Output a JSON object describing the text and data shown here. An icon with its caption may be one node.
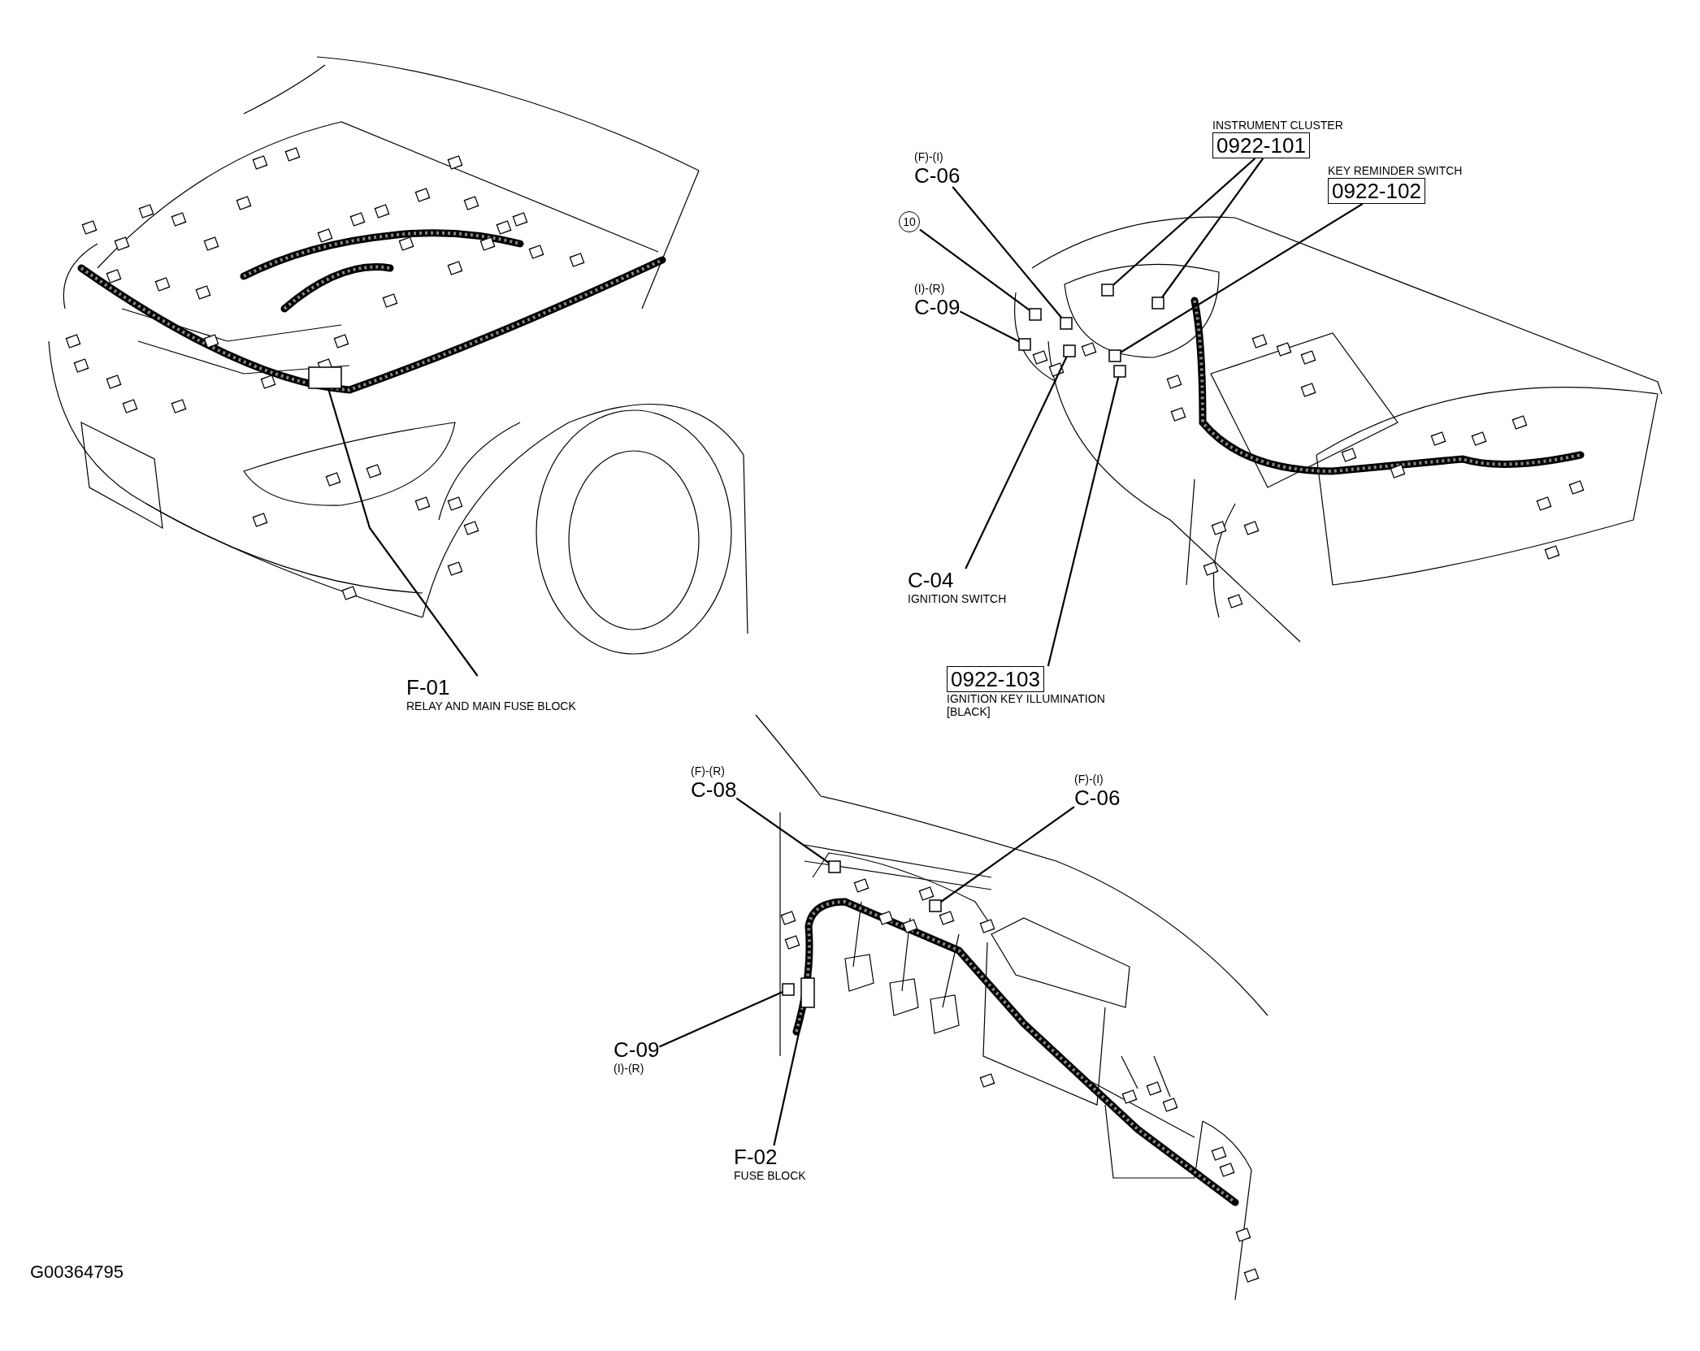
{
  "diagram": {
    "nodes": [
      {
        "text": [
          "F-01",
          "RELAY AND MAIN FUSE BLOCK"
        ]
      },
      {
        "text": [
          "(F)-(I)",
          "C-06"
        ]
      },
      {
        "text": [
          "INSTRUMENT CLUSTER",
          "0922-101"
        ]
      },
      {
        "text": [
          "KEY REMINDER SWITCH",
          "0922-102"
        ]
      },
      {
        "text": [
          "10"
        ]
      },
      {
        "text": [
          "(I)-(R)",
          "C-09"
        ]
      },
      {
        "text": [
          "C-04",
          "IGNITION SWITCH"
        ]
      },
      {
        "text": [
          "0922-103",
          "IGNITION KEY ILLUMINATION [BLACK]"
        ]
      },
      {
        "text": [
          "(F)-(R)",
          "C-08"
        ]
      },
      {
        "text": [
          "(F)-(I)",
          "C-06"
        ]
      },
      {
        "text": [
          "C-09",
          "(I)-(R)"
        ]
      },
      {
        "text": [
          "F-02",
          "FUSE BLOCK"
        ]
      },
      {
        "text": [],
        "shape": "box"
      },
      {
        "text": [],
        "shape": "box"
      },
      {
        "text": [],
        "shape": "box"
      },
      {
        "text": [],
        "shape": "box"
      },
      {
        "text": [],
        "shape": "box"
      },
      {
        "text": [],
        "shape": "box"
      },
      {
        "text": [],
        "shape": "box"
      },
      {
        "text": [],
        "shape": "box"
      },
      {
        "text": [],
        "shape": "box"
      },
      {
        "text": [],
        "shape": "box"
      },
      {
        "text": [],
        "shape": "box"
      },
      {
        "text": [],
        "shape": "box"
      },
      {
        "text": [],
        "shape": "box"
      }
    ],
    "edges": [
      {
        "from": 0,
        "to": 12,
        "arrow": "none"
      },
      {
        "from": 2,
        "to": 21,
        "arrow": "none"
      },
      {
        "from": 2,
        "to": 24,
        "arrow": "none"
      },
      {
        "from": 3,
        "to": 22,
        "arrow": "none"
      },
      {
        "from": 1,
        "to": 19,
        "arrow": "none"
      },
      {
        "from": 4,
        "to": 18,
        "arrow": "none"
      },
      {
        "from": 5,
        "to": 17,
        "arrow": "none"
      },
      {
        "from": 6,
        "to": 20,
        "arrow": "none"
      },
      {
        "from": 7,
        "to": 23,
        "arrow": "none"
      },
      {
        "from": 8,
        "to": 15,
        "arrow": "none"
      },
      {
        "from": 9,
        "to": 16,
        "arrow": "none"
      },
      {
        "from": 10,
        "to": 13,
        "arrow": "none"
      },
      {
        "from": 11,
        "to": 14,
        "arrow": "none"
      }
    ],
    "labels": [
      "G00364795"
    ]
  }
}
